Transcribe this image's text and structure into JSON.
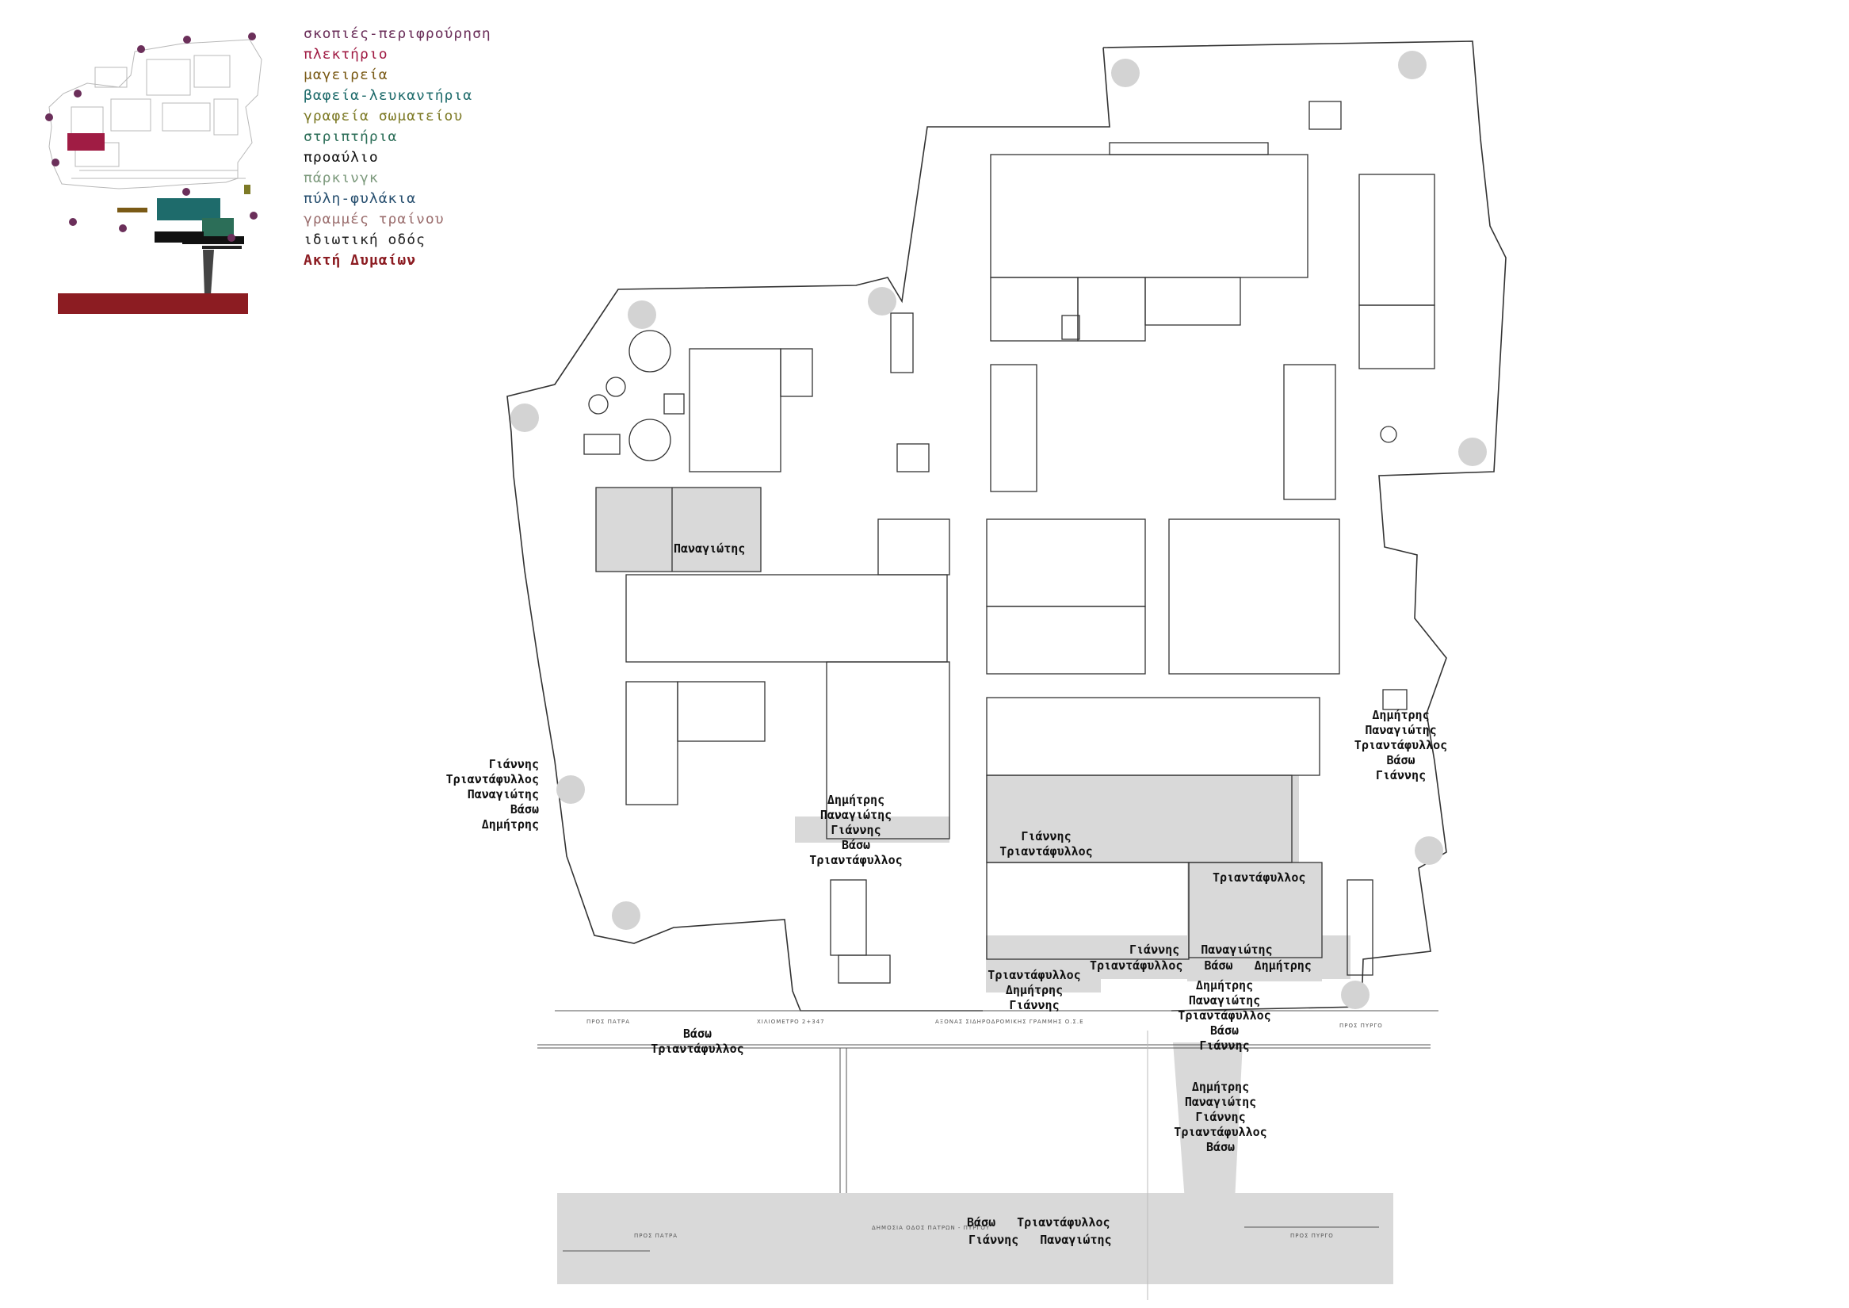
{
  "legend": {
    "items": [
      {
        "label": "σκοπιές-περιφρούρηση",
        "color": "#6b2f5a"
      },
      {
        "label": "πλεκτήριο",
        "color": "#a01c44"
      },
      {
        "label": "μαγειρεία",
        "color": "#7a5a16"
      },
      {
        "label": "βαφεία-λευκαντήρια",
        "color": "#1e6b6b"
      },
      {
        "label": "γραφεία σωματείου",
        "color": "#7d7a26"
      },
      {
        "label": "στριπτήρια",
        "color": "#2c6e58"
      },
      {
        "label": "προαύλιο",
        "color": "#111111"
      },
      {
        "label": "πάρκινγκ",
        "color": "#7d9a7d"
      },
      {
        "label": "πύλη-φυλάκια",
        "color": "#264e6e"
      },
      {
        "label": "γραμμές τραίνου",
        "color": "#9b6e6e"
      },
      {
        "label": "ιδιωτική οδός",
        "color": "#222222"
      },
      {
        "label": "Ακτή Δυμαίων",
        "color": "#8c1c22"
      }
    ]
  },
  "map_labels": {
    "railway_axis": "ΑΞΟΝΑΣ ΣΙΔΗΡΟΔΡΟΜΙΚΗΣ ΓΡΑΜΜΗΣ Ο.Σ.Ε",
    "kilometer": "ΧΙΛΙΟΜΕΤΡΟ 2+347",
    "to_patra_top": "ΠΡΟΣ ΠΑΤΡΑ",
    "to_pyrgo_top": "ΠΡΟΣ ΠΥΡΓΟ",
    "public_road": "ΔΗΜΟΣΙΑ ΟΔΟΣ ΠΑΤΡΩΝ - ΠΥΡΓΟΥ",
    "to_patra_bottom": "ΠΡΟΣ ΠΑΤΡΑ",
    "to_pyrgo_bottom": "ΠΡΟΣ ΠΥΡΓΟ"
  },
  "name_groups": {
    "block35": [
      "Παναγιώτης"
    ],
    "west_gate": [
      "Γιάννης",
      "Τριαντάφυλλος",
      "Παναγιώτης",
      "Βάσω",
      "Δημήτρης"
    ],
    "block28": [
      "Δημήτρης",
      "Παναγιώτης",
      "Γιάννης",
      "Βάσω",
      "Τριαντάφυλλος"
    ],
    "block4": [
      "Γιάννης",
      "Τριαντάφυλλος"
    ],
    "block3": [
      "Τριαντάφυλλος"
    ],
    "east_gate": [
      "Δημήτρης",
      "Παναγιώτης",
      "Τριαντάφυλλος",
      "Βάσω",
      "Γιάννης"
    ],
    "block2_row1": [
      "Γιάννης",
      "Παναγιώτης"
    ],
    "block2_row2": [
      "Τριαντάφυλλος",
      "Βάσω",
      "Δημήτρης"
    ],
    "block53": [
      "Τριαντάφυλλος",
      "Δημήτρης",
      "Γιάννης"
    ],
    "gate_south": [
      "Δημήτρης",
      "Παναγιώτης",
      "Τριαντάφυλλος",
      "Βάσω",
      "Γιάννης"
    ],
    "railway_west": [
      "Βάσω",
      "Τριαντάφυλλος"
    ],
    "private_road": [
      "Δημήτρης",
      "Παναγιώτης",
      "Γιάννης",
      "Τριαντάφυλλος",
      "Βάσω"
    ],
    "public_road_row1": [
      "Βάσω",
      "Τριαντάφυλλος"
    ],
    "public_road_row2": [
      "Γιάννης",
      "Παναγιώτης"
    ]
  }
}
